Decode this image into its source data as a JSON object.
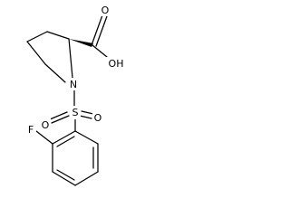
{
  "molecule": {
    "atoms": {
      "carboxyl_oxygen_double": "O",
      "hydroxyl": "OH",
      "ring_nitrogen": "N",
      "sulfur": "S",
      "sulfonyl_oxygen_left": "O",
      "sulfonyl_oxygen_right": "O",
      "fluorine": "F"
    },
    "stereo": "wedge"
  }
}
